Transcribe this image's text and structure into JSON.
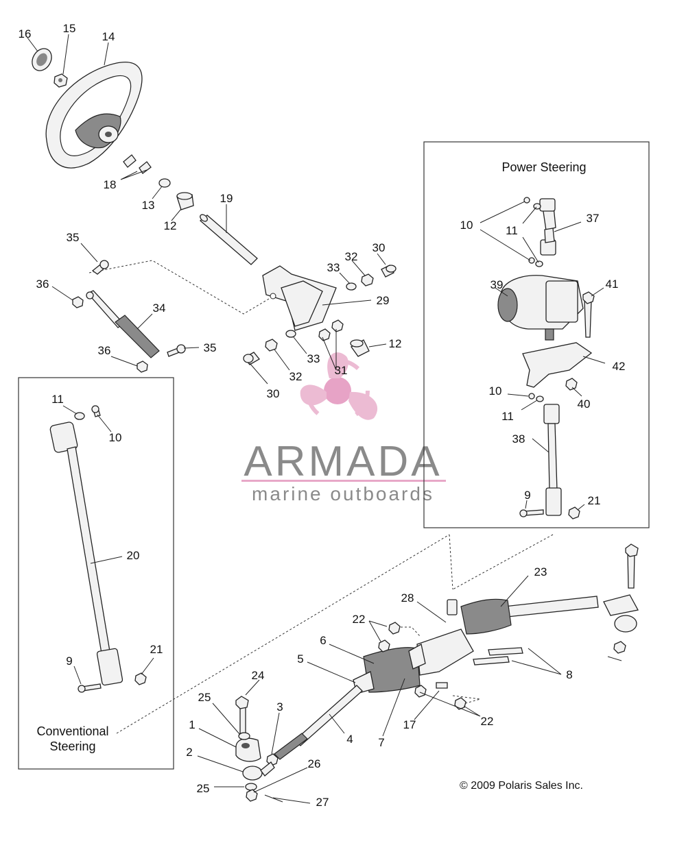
{
  "panels": {
    "power_steering_title": "Power Steering",
    "conventional_title_line1": "Conventional",
    "conventional_title_line2": "Steering"
  },
  "watermark": {
    "brand": "ARMADA",
    "tagline": "marine outboards",
    "color": "#e8a8c8"
  },
  "copyright": "© 2009 Polaris Sales Inc.",
  "callouts": {
    "c16": "16",
    "c15": "15",
    "c14": "14",
    "c18": "18",
    "c13": "13",
    "c12a": "12",
    "c19": "19",
    "c35a": "35",
    "c36a": "36",
    "c34": "34",
    "c35b": "35",
    "c36b": "36",
    "c33a": "33",
    "c32a": "32",
    "c30a": "30",
    "c29": "29",
    "c12b": "12",
    "c33b": "33",
    "c31": "31",
    "c32b": "32",
    "c30b": "30",
    "ps10a": "10",
    "ps11a": "11",
    "ps37": "37",
    "ps39": "39",
    "ps41": "41",
    "ps42": "42",
    "ps10b": "10",
    "ps11b": "11",
    "ps40": "40",
    "ps38": "38",
    "ps9": "9",
    "ps21": "21",
    "cv11": "11",
    "cv10": "10",
    "cv20": "20",
    "cv9": "9",
    "cv21": "21",
    "r23": "23",
    "r28": "28",
    "r22a": "22",
    "r6": "6",
    "r5": "5",
    "r8": "8",
    "r24": "24",
    "r25a": "25",
    "r3": "3",
    "r4": "4",
    "r7": "7",
    "r17": "17",
    "r22b": "22",
    "r1": "1",
    "r2": "2",
    "r26": "26",
    "r25b": "25",
    "r27": "27"
  }
}
